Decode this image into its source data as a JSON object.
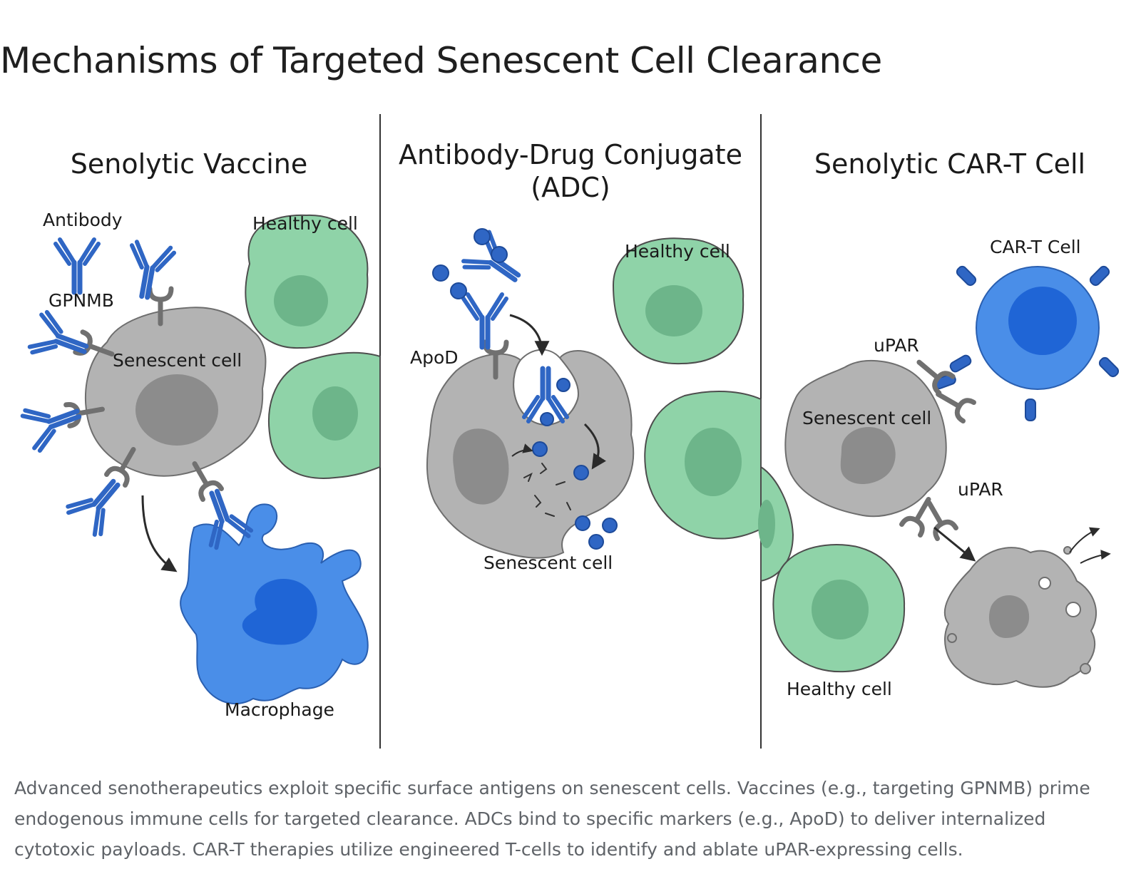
{
  "title": "Mechanisms of Targeted Senescent Cell Clearance",
  "caption": "Advanced senotherapeutics exploit specific surface antigens on senescent cells. Vaccines (e.g., targeting GPNMB) prime endogenous immune cells for targeted clearance. ADCs bind to specific markers (e.g., ApoD) to deliver internalized cytotoxic payloads. CAR-T therapies utilize engineered T-cells to identify and ablate uPAR-expressing cells.",
  "colors": {
    "senescent_cell": "#b3b3b3",
    "senescent_nucleus": "#8c8c8c",
    "healthy_cell": "#8fd3a8",
    "healthy_nucleus": "#6db58a",
    "immune_cell": "#4a8ee8",
    "immune_nucleus": "#1f65d6",
    "antibody": "#2f66c4",
    "receptor": "#707070"
  },
  "panels": [
    {
      "title": "Senolytic Vaccine",
      "labels": {
        "antibody": "Antibody",
        "antigen": "GPNMB",
        "healthy": "Healthy cell",
        "senescent": "Senescent cell",
        "effector": "Macrophage"
      }
    },
    {
      "title_line1": "Antibody-Drug Conjugate",
      "title_line2": "(ADC)",
      "labels": {
        "antigen": "ApoD",
        "healthy": "Healthy cell",
        "senescent": "Senescent cell"
      }
    },
    {
      "title": "Senolytic CAR-T Cell",
      "labels": {
        "effector": "CAR-T Cell",
        "antigen_top": "uPAR",
        "antigen_bottom": "uPAR",
        "senescent": "Senescent cell",
        "healthy": "Healthy cell"
      }
    }
  ]
}
